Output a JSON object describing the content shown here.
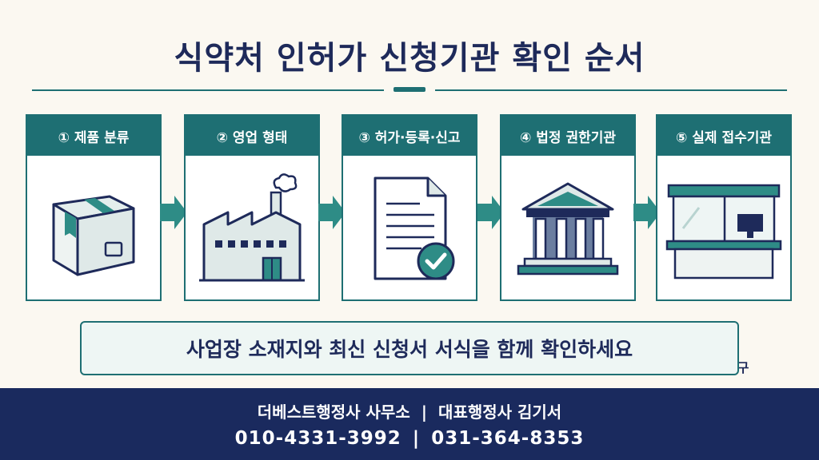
{
  "title": "식약처 인허가 신청기관 확인 순서",
  "steps": [
    {
      "label": "① 제품 분류",
      "icon": "box-icon"
    },
    {
      "label": "② 영업 형태",
      "icon": "factory-icon"
    },
    {
      "label": "③ 허가·등록·신고",
      "icon": "document-check-icon"
    },
    {
      "label": "④ 법정 권한기관",
      "icon": "government-building-icon"
    },
    {
      "label": "⑤ 실제 접수기관",
      "icon": "reception-desk-icon",
      "sign": "접수창구"
    }
  ],
  "notice": "사업장 소재지와 최신 신청서 서식을 함께 확인하세요",
  "footer": {
    "office": "더베스트행정사 사무소",
    "representative": "대표행정사 김기서",
    "separator": "|",
    "phone1": "010-4331-3992",
    "phone2": "031-364-8353"
  },
  "colors": {
    "teal": "#1e6f73",
    "navy": "#1a2a5e",
    "background": "#fbf8f1"
  }
}
